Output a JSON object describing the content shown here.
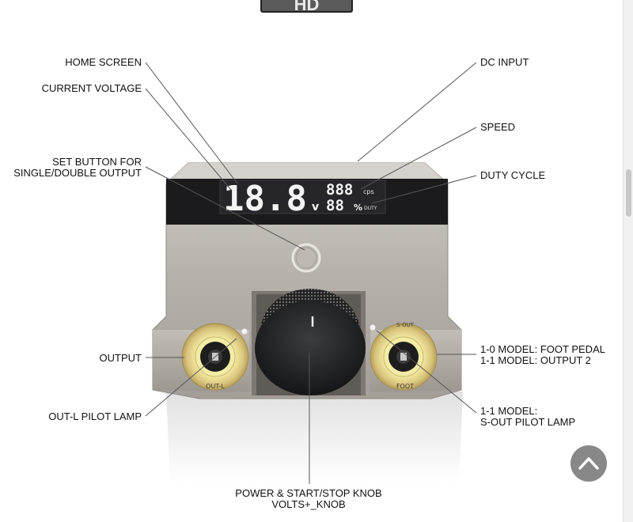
{
  "badge": {
    "text": "HD"
  },
  "labels": {
    "home_screen": "HOME SCREEN",
    "current_voltage": "CURRENT VOLTAGE",
    "set_button_line1": "SET BUTTON FOR",
    "set_button_line2": "SINGLE/DOUBLE OUTPUT",
    "output": "OUTPUT",
    "out_l_pilot_lamp": "OUT-L PILOT LAMP",
    "dc_input": "DC INPUT",
    "speed": "SPEED",
    "duty_cycle": "DUTY CYCLE",
    "model_10": "1-0 MODEL: FOOT PEDAL",
    "model_11_output2": "1-1 MODEL: OUTPUT 2",
    "model_11": "1-1 MODEL:",
    "s_out_pilot_lamp": "S-OUT PILOT LAMP",
    "power_knob": "POWER & START/STOP KNOB",
    "volts_knob": "VOLTS+_KNOB"
  },
  "display": {
    "voltage": "18.8",
    "voltage_unit": "v",
    "speed": "888",
    "speed_unit": "cps",
    "duty": "88",
    "duty_unit": "%",
    "duty_tag": "DUTY"
  },
  "jacks": {
    "left_label": "OUT-L",
    "right_label_top": "S-OUT",
    "right_label_bottom": "FOOT"
  },
  "colors": {
    "body": "#b9b4ae",
    "screen": "#1c1c1e",
    "jack_ring": "#d8c27a",
    "jack_glow": "#f3ea9e",
    "back_to_top": "#888888"
  },
  "icons": {
    "back_to_top": "chevron-up-icon"
  }
}
